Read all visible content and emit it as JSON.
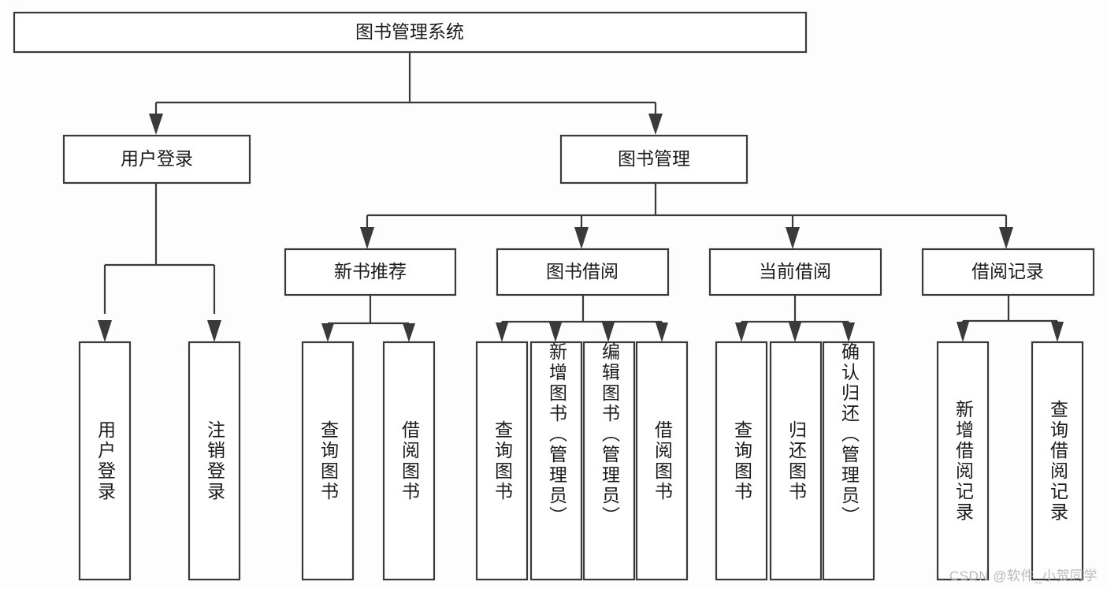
{
  "diagram": {
    "type": "tree",
    "title": "图书管理系统",
    "root": {
      "id": "root",
      "label": "图书管理系统",
      "orientation": "horizontal"
    },
    "level2": [
      {
        "id": "user-login",
        "label": "用户登录",
        "orientation": "horizontal"
      },
      {
        "id": "book-management",
        "label": "图书管理",
        "orientation": "horizontal"
      }
    ],
    "level3": [
      {
        "id": "new-book-recommend",
        "label": "新书推荐",
        "orientation": "horizontal",
        "parent": "book-management"
      },
      {
        "id": "book-borrow",
        "label": "图书借阅",
        "orientation": "horizontal",
        "parent": "book-management"
      },
      {
        "id": "current-borrow",
        "label": "当前借阅",
        "orientation": "horizontal",
        "parent": "book-management"
      },
      {
        "id": "borrow-record",
        "label": "借阅记录",
        "orientation": "horizontal",
        "parent": "book-management"
      }
    ],
    "leaves": [
      {
        "id": "leaf-user-login",
        "label": "用户登录",
        "orientation": "vertical",
        "parent": "user-login"
      },
      {
        "id": "leaf-logout-login",
        "label": "注销登录",
        "orientation": "vertical",
        "parent": "user-login"
      },
      {
        "id": "leaf-query-book-1",
        "label": "查询图书",
        "orientation": "vertical",
        "parent": "new-book-recommend"
      },
      {
        "id": "leaf-borrow-book-1",
        "label": "借阅图书",
        "orientation": "vertical",
        "parent": "new-book-recommend"
      },
      {
        "id": "leaf-query-book-2",
        "label": "查询图书",
        "orientation": "vertical",
        "parent": "book-borrow"
      },
      {
        "id": "leaf-add-book",
        "label": "新增图书（管理员）",
        "orientation": "vertical",
        "parent": "book-borrow"
      },
      {
        "id": "leaf-edit-book",
        "label": "编辑图书（管理员）",
        "orientation": "vertical",
        "parent": "book-borrow"
      },
      {
        "id": "leaf-borrow-book-2",
        "label": "借阅图书",
        "orientation": "vertical",
        "parent": "book-borrow"
      },
      {
        "id": "leaf-query-book-3",
        "label": "查询图书",
        "orientation": "vertical",
        "parent": "current-borrow"
      },
      {
        "id": "leaf-return-book",
        "label": "归还图书",
        "orientation": "vertical",
        "parent": "current-borrow"
      },
      {
        "id": "leaf-confirm-return",
        "label": "确认归还（管理员）",
        "orientation": "vertical",
        "parent": "current-borrow"
      },
      {
        "id": "leaf-add-record",
        "label": "新增借阅记录",
        "orientation": "vertical",
        "parent": "borrow-record"
      },
      {
        "id": "leaf-query-record",
        "label": "查询借阅记录",
        "orientation": "vertical",
        "parent": "borrow-record"
      }
    ]
  },
  "colors": {
    "background": "#fdfdfd",
    "box_fill": "#ffffff",
    "box_stroke": "#3a3a3a",
    "connector": "#3a3a3a",
    "text": "#1b1b1b",
    "watermark": "#b9b9b9"
  },
  "watermark": {
    "text": "CSDN @软件_小贺同学"
  }
}
